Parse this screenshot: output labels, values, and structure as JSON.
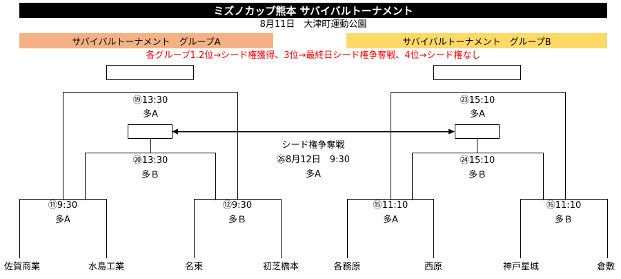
{
  "header": {
    "title": "ミズノカップ熊本 サバイバルトーナメント",
    "subtitle": "8月11日　大津町運動公園"
  },
  "groups": {
    "a": {
      "label": "サバイバルトーナメント　グループA",
      "color": "#f4b183"
    },
    "b": {
      "label": "サバイバルトーナメント　グループB",
      "color": "#ffd966"
    }
  },
  "notice": {
    "text": "各グループ1.2位→シード権獲得、3位→最終日シード権争奪戦、4位→シード権なし",
    "color": "#ff0000"
  },
  "seed_match": {
    "title": "シード権争奪戦",
    "schedule": "㉖8月12日　9:30",
    "venue": "多A"
  },
  "matches": {
    "m11": {
      "time": "⑪9:30",
      "venue": "多A"
    },
    "m12": {
      "time": "⑫9:30",
      "venue": "多Ｂ"
    },
    "m15": {
      "time": "⑮11:10",
      "venue": "多A"
    },
    "m16": {
      "time": "⑯11:10",
      "venue": "多Ｂ"
    },
    "m19": {
      "time": "⑲13:30",
      "venue": "多A"
    },
    "m20": {
      "time": "⑳13:30",
      "venue": "多Ｂ"
    },
    "m23": {
      "time": "㉓15:10",
      "venue": "多A"
    },
    "m24": {
      "time": "㉔15:10",
      "venue": "多Ｂ"
    }
  },
  "teams": [
    "佐賀商業",
    "水島工業",
    "名東",
    "初芝橋本",
    "各務原",
    "西原",
    "神戸星城",
    "倉敷"
  ]
}
